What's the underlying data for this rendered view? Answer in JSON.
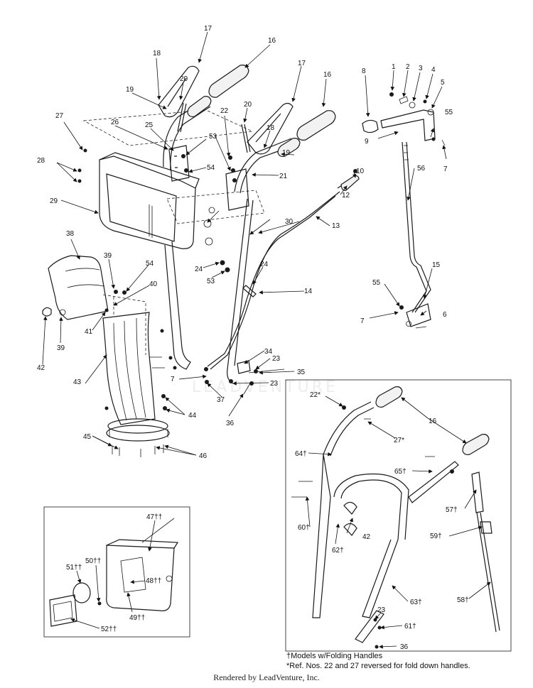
{
  "watermark": "LEADVENTURE",
  "credit": "Rendered by LeadVenture, Inc.",
  "footnotes": {
    "folding": "†Models w/Folding Handles",
    "reversed": "*Ref. Nos. 22 and 27 reversed for fold down handles."
  },
  "callouts": [
    {
      "id": "c1",
      "text": "1"
    },
    {
      "id": "c2",
      "text": "2"
    },
    {
      "id": "c3",
      "text": "3"
    },
    {
      "id": "c4",
      "text": "4"
    },
    {
      "id": "c5",
      "text": "5"
    },
    {
      "id": "c6",
      "text": "6"
    },
    {
      "id": "c7a",
      "text": "7"
    },
    {
      "id": "c7b",
      "text": "7"
    },
    {
      "id": "c7c",
      "text": "7"
    },
    {
      "id": "c8",
      "text": "8"
    },
    {
      "id": "c9",
      "text": "9"
    },
    {
      "id": "c10",
      "text": "10"
    },
    {
      "id": "c12",
      "text": "12"
    },
    {
      "id": "c13",
      "text": "13"
    },
    {
      "id": "c14",
      "text": "14"
    },
    {
      "id": "c15",
      "text": "15"
    },
    {
      "id": "c16a",
      "text": "16"
    },
    {
      "id": "c16b",
      "text": "16"
    },
    {
      "id": "c16c",
      "text": "16"
    },
    {
      "id": "c17a",
      "text": "17"
    },
    {
      "id": "c17b",
      "text": "17"
    },
    {
      "id": "c18a",
      "text": "18"
    },
    {
      "id": "c18b",
      "text": "18"
    },
    {
      "id": "c19a",
      "text": "19"
    },
    {
      "id": "c19b",
      "text": "19"
    },
    {
      "id": "c20a",
      "text": "20"
    },
    {
      "id": "c20b",
      "text": "20"
    },
    {
      "id": "c21",
      "text": "21"
    },
    {
      "id": "c22",
      "text": "22"
    },
    {
      "id": "c22s",
      "text": "22*"
    },
    {
      "id": "c23a",
      "text": "23"
    },
    {
      "id": "c23b",
      "text": "23"
    },
    {
      "id": "c23c",
      "text": "23"
    },
    {
      "id": "c24a",
      "text": "24"
    },
    {
      "id": "c24b",
      "text": "24"
    },
    {
      "id": "c25",
      "text": "25"
    },
    {
      "id": "c26",
      "text": "26"
    },
    {
      "id": "c27",
      "text": "27"
    },
    {
      "id": "c27s",
      "text": "27*"
    },
    {
      "id": "c28",
      "text": "28"
    },
    {
      "id": "c29",
      "text": "29"
    },
    {
      "id": "c30",
      "text": "30"
    },
    {
      "id": "c34",
      "text": "34"
    },
    {
      "id": "c35",
      "text": "35"
    },
    {
      "id": "c36a",
      "text": "36"
    },
    {
      "id": "c36b",
      "text": "36"
    },
    {
      "id": "c37",
      "text": "37"
    },
    {
      "id": "c38",
      "text": "38"
    },
    {
      "id": "c39a",
      "text": "39"
    },
    {
      "id": "c39b",
      "text": "39"
    },
    {
      "id": "c40",
      "text": "40"
    },
    {
      "id": "c41",
      "text": "41"
    },
    {
      "id": "c42a",
      "text": "42"
    },
    {
      "id": "c42b",
      "text": "42"
    },
    {
      "id": "c43",
      "text": "43"
    },
    {
      "id": "c44",
      "text": "44"
    },
    {
      "id": "c45",
      "text": "45"
    },
    {
      "id": "c46",
      "text": "46"
    },
    {
      "id": "c47",
      "text": "47††"
    },
    {
      "id": "c48",
      "text": "48††"
    },
    {
      "id": "c49",
      "text": "49††"
    },
    {
      "id": "c50",
      "text": "50††"
    },
    {
      "id": "c51",
      "text": "51††"
    },
    {
      "id": "c52",
      "text": "52††"
    },
    {
      "id": "c53a",
      "text": "53"
    },
    {
      "id": "c53b",
      "text": "53"
    },
    {
      "id": "c54a",
      "text": "54"
    },
    {
      "id": "c54b",
      "text": "54"
    },
    {
      "id": "c55a",
      "text": "55"
    },
    {
      "id": "c55b",
      "text": "55"
    },
    {
      "id": "c56",
      "text": "56"
    },
    {
      "id": "c57",
      "text": "57†"
    },
    {
      "id": "c58",
      "text": "58†"
    },
    {
      "id": "c59",
      "text": "59†"
    },
    {
      "id": "c60",
      "text": "60†"
    },
    {
      "id": "c61",
      "text": "61†"
    },
    {
      "id": "c62",
      "text": "62†"
    },
    {
      "id": "c63",
      "text": "63†"
    },
    {
      "id": "c64",
      "text": "64†"
    },
    {
      "id": "c65",
      "text": "65†"
    }
  ]
}
